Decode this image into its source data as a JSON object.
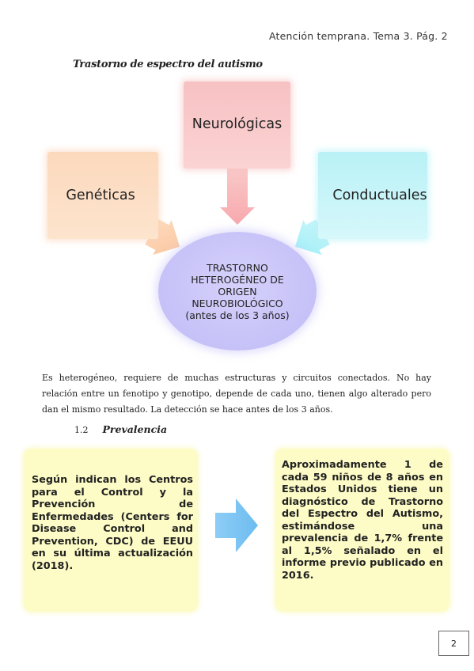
{
  "header": {
    "text": "Atención temprana. Tema 3. Pág. 2"
  },
  "section_title": "Trastorno de espectro del autismo",
  "diagram": {
    "top_box": "Neurológicas",
    "left_box": "Genéticas",
    "right_box": "Conductuales",
    "center": "TRASTORNO\nHETEROGÉNEO  DE\nORIGEN\nNEUROBIOLÓGICO\n(antes de los 3 años)",
    "colors": {
      "neuro": "#f7c1c3",
      "genetic": "#fcd9bd",
      "conduct": "#b9f1f6",
      "center": "#c6c1f7"
    }
  },
  "paragraph": "Es heterogéneo, requiere de muchas estructuras y circuitos conectados. No hay relación entre un fenotipo y genotipo, depende de cada uno, tienen algo alterado pero dan el mismo resultado. La detección se hace antes de los 3 años.",
  "subsection": {
    "number": "1.2",
    "title": "Prevalencia"
  },
  "cards": {
    "left": "Según indican los Centros para el Control y la Prevención de Enfermedades (Centers for Disease Control and Prevention, CDC) de EEUU en su última actualización (2018).",
    "right": "Aproximadamente 1 de cada 59 niños de 8 años en Estados Unidos tiene un diagnóstico de Trastorno del Espectro del Autismo, estimándose una prevalencia de 1,7% frente al 1,5% señalado en el informe previo publicado en 2016.",
    "card_color": "#fdfcc6",
    "arrow_color": "#7ec6f4"
  },
  "page_number": "2"
}
